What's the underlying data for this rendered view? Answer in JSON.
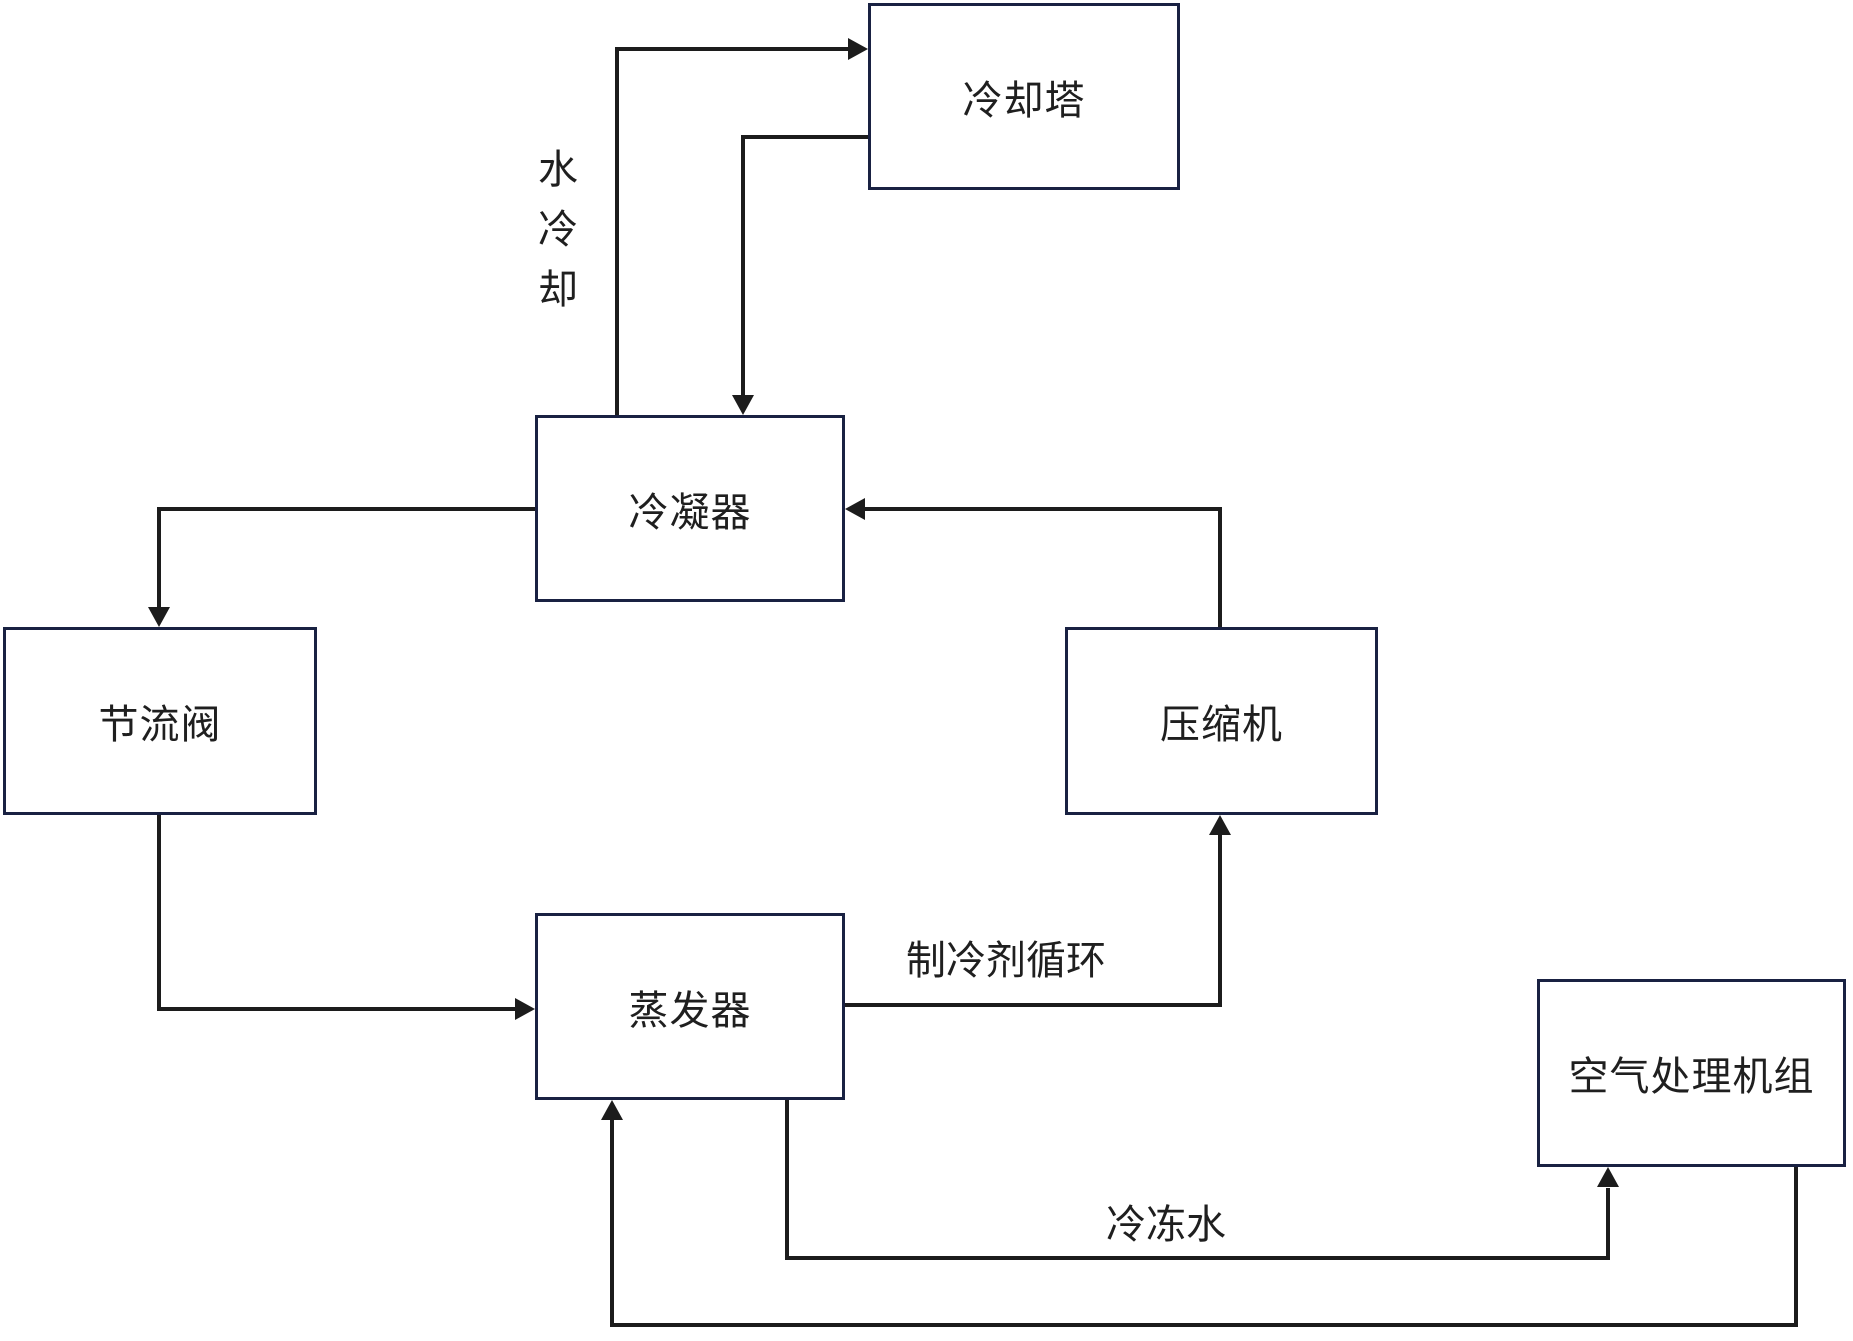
{
  "diagram": {
    "nodes": {
      "cooling_tower": {
        "label": "冷却塔"
      },
      "condenser": {
        "label": "冷凝器"
      },
      "throttle_valve": {
        "label": "节流阀"
      },
      "compressor": {
        "label": "压缩机"
      },
      "evaporator": {
        "label": "蒸发器"
      },
      "air_handling_unit": {
        "label": "空气处理机组"
      }
    },
    "edge_labels": {
      "water_cooling": "水冷却",
      "refrigerant_cycle": "制冷剂循环",
      "chilled_water": "冷冻水"
    },
    "edges": [
      {
        "from": "condenser",
        "to": "cooling_tower",
        "label": "水冷却"
      },
      {
        "from": "cooling_tower",
        "to": "condenser",
        "label": ""
      },
      {
        "from": "condenser",
        "to": "throttle_valve",
        "label": ""
      },
      {
        "from": "throttle_valve",
        "to": "evaporator",
        "label": ""
      },
      {
        "from": "evaporator",
        "to": "compressor",
        "label": "制冷剂循环"
      },
      {
        "from": "compressor",
        "to": "condenser",
        "label": ""
      },
      {
        "from": "evaporator",
        "to": "air_handling_unit",
        "label": "冷冻水"
      },
      {
        "from": "air_handling_unit",
        "to": "evaporator",
        "label": ""
      }
    ],
    "colors": {
      "box_border": "#192142",
      "line": "#1c1c1c",
      "text": "#1f1f1f",
      "background": "#ffffff"
    }
  }
}
